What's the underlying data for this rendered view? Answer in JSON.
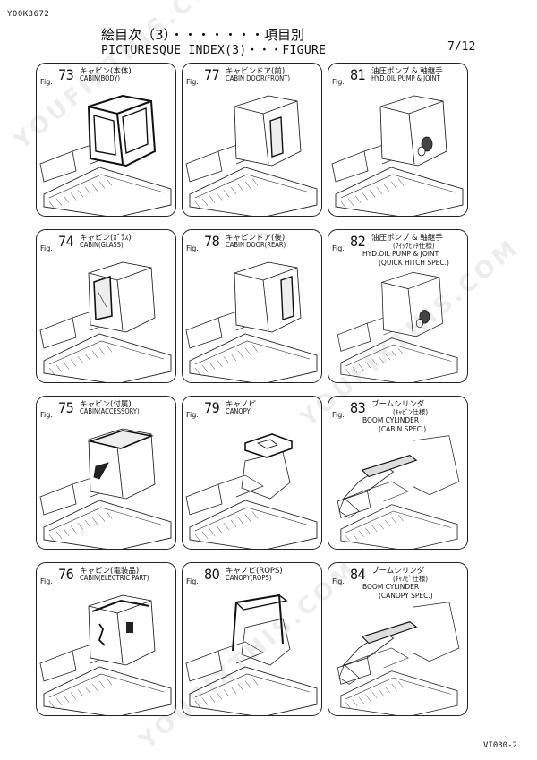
{
  "header": {
    "doc_code": "Y00K3672",
    "title_jp": "絵目次（3）・・・・・・・項目別",
    "title_en": "PICTURESQUE INDEX(3)・・・FIGURE",
    "page": "7/12"
  },
  "footer": {
    "code": "VI030-2"
  },
  "watermark": "YOUFIXTHIS.COM",
  "figure_prefix": "Fig.",
  "figures": [
    {
      "num": "73",
      "jp": "キャビン(本体)",
      "en": "CABIN(BODY)",
      "extra": []
    },
    {
      "num": "77",
      "jp": "キャビンドア(前)",
      "en": "CABIN DOOR(FRONT)",
      "extra": []
    },
    {
      "num": "81",
      "jp": "油圧ポンプ & 軸継手",
      "en": "HYD.OIL PUMP & JOINT",
      "extra": []
    },
    {
      "num": "74",
      "jp": "キャビン(ｶﾞﾗｽ)",
      "en": "CABIN(GLASS)",
      "extra": []
    },
    {
      "num": "78",
      "jp": "キャビンドア(後)",
      "en": "CABIN DOOR(REAR)",
      "extra": []
    },
    {
      "num": "82",
      "jp": "油圧ポンプ & 軸継手",
      "en": "(ｸｲｯｸﾋｯﾁ仕様)",
      "extra": [
        "HYD.OIL PUMP & JOINT",
        "(QUICK HITCH SPEC.)"
      ]
    },
    {
      "num": "75",
      "jp": "キャビン(付属)",
      "en": "CABIN(ACCESSORY)",
      "extra": []
    },
    {
      "num": "79",
      "jp": "キャノピ",
      "en": "CANOPY",
      "extra": []
    },
    {
      "num": "83",
      "jp": "ブームシリンダ",
      "en": "(ｷｬﾋﾞﾝ仕様)",
      "extra": [
        "BOOM CYLINDER",
        "(CABIN SPEC.)"
      ]
    },
    {
      "num": "76",
      "jp": "キャビン(電装品)",
      "en": "CABIN(ELECTRIC PART)",
      "extra": []
    },
    {
      "num": "80",
      "jp": "キャノピ(ROPS)",
      "en": "CANOPY(ROPS)",
      "extra": []
    },
    {
      "num": "84",
      "jp": "ブームシリンダ",
      "en": "(ｷｬﾉﾋﾟ仕様)",
      "extra": [
        "BOOM CYLINDER",
        "(CANOPY SPEC.)"
      ]
    }
  ]
}
